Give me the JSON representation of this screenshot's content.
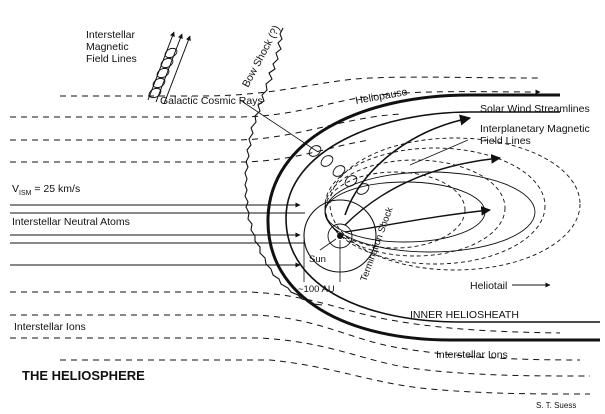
{
  "figure": {
    "title": "THE HELIOSPHERE",
    "credit": "S. T. Suess"
  },
  "labels": {
    "interstellar_magnetic_field_lines": [
      "Interstellar",
      "Magnetic",
      "Field Lines"
    ],
    "bow_shock": "Bow Shock (?)",
    "galactic_cosmic_rays": "Galactic Cosmic Rays",
    "heliopause": "Heliopause",
    "solar_wind_streamlines": "Solar Wind Streamlines",
    "interplanetary_magnetic_field_lines": [
      "Interplanetary Magnetic",
      "Field Lines"
    ],
    "vsm_prefix": "V",
    "vsm_subscript": "ISM",
    "vsm_value": " = 25 km/s",
    "interstellar_neutral_atoms": "Interstellar Neutral Atoms",
    "sun": "Sun",
    "termination_shock": "Termination Shock",
    "distance": "~100 AU",
    "heliotail": "Heliotail",
    "inner_heliosheath": "INNER HELIOSHEATH",
    "interstellar_ions_left": "Interstellar Ions",
    "interstellar_ions_bottom": "Interstellar Ions"
  },
  "colors": {
    "ink": "#111111",
    "background": "#ffffff"
  }
}
